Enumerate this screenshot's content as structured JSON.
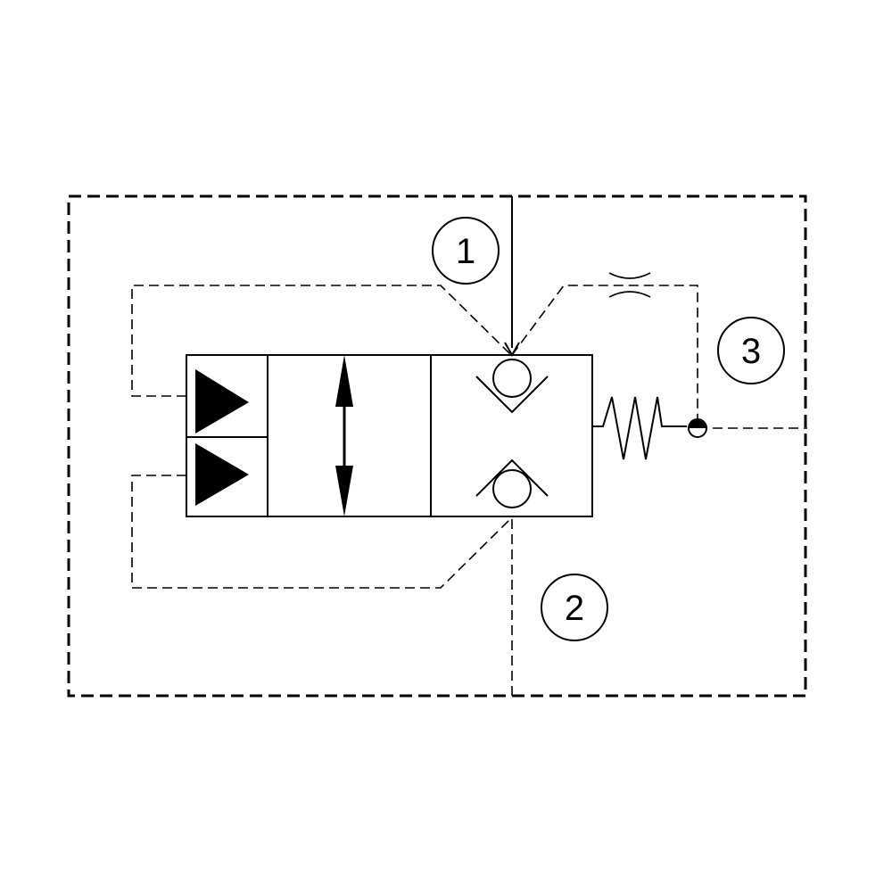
{
  "diagram": {
    "colors": {
      "line": "#000000",
      "background": "#ffffff"
    },
    "ports": [
      {
        "label": "1"
      },
      {
        "label": "2"
      },
      {
        "label": "3"
      }
    ]
  }
}
